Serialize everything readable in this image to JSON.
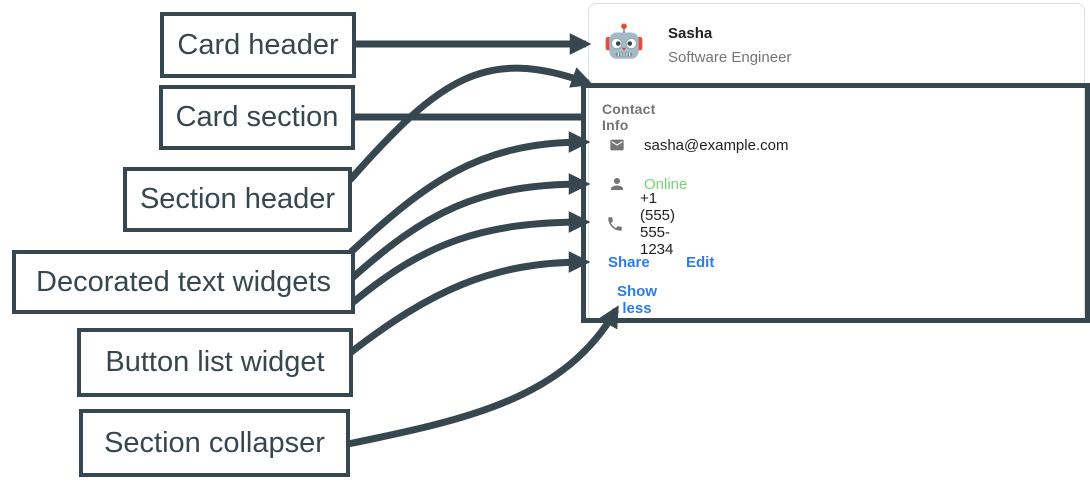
{
  "annotations": {
    "arrow_color": "#37474F",
    "labels": [
      {
        "text": "Card header",
        "target": "card-header"
      },
      {
        "text": "Card section",
        "target": "card-section"
      },
      {
        "text": "Section header",
        "target": "section-header"
      },
      {
        "text": "Decorated text widgets",
        "target": "decorated-text-widgets"
      },
      {
        "text": "Button list widget",
        "target": "button-list-widget"
      },
      {
        "text": "Section collapser",
        "target": "section-collapser"
      }
    ]
  },
  "card": {
    "border_color": "#DEE0E3",
    "header": {
      "avatar_icon": "robot-icon",
      "name": "Sasha",
      "name_color": "#212121",
      "subtitle": "Software Engineer",
      "subtitle_color": "#757575"
    },
    "section": {
      "header": "Contact Info",
      "header_color": "#757575",
      "icon_color": "#757575",
      "widgets": [
        {
          "icon": "email-icon",
          "text": "sasha@example.com",
          "color": "#212121"
        },
        {
          "icon": "person-icon",
          "text": "Online",
          "color": "#72D876"
        },
        {
          "icon": "phone-icon",
          "text": "+1 (555) 555-1234",
          "color": "#212121"
        }
      ],
      "buttons": [
        {
          "label": "Share"
        },
        {
          "label": "Edit"
        }
      ],
      "collapser_label": "Show less",
      "link_color": "#2B7DE9"
    }
  }
}
